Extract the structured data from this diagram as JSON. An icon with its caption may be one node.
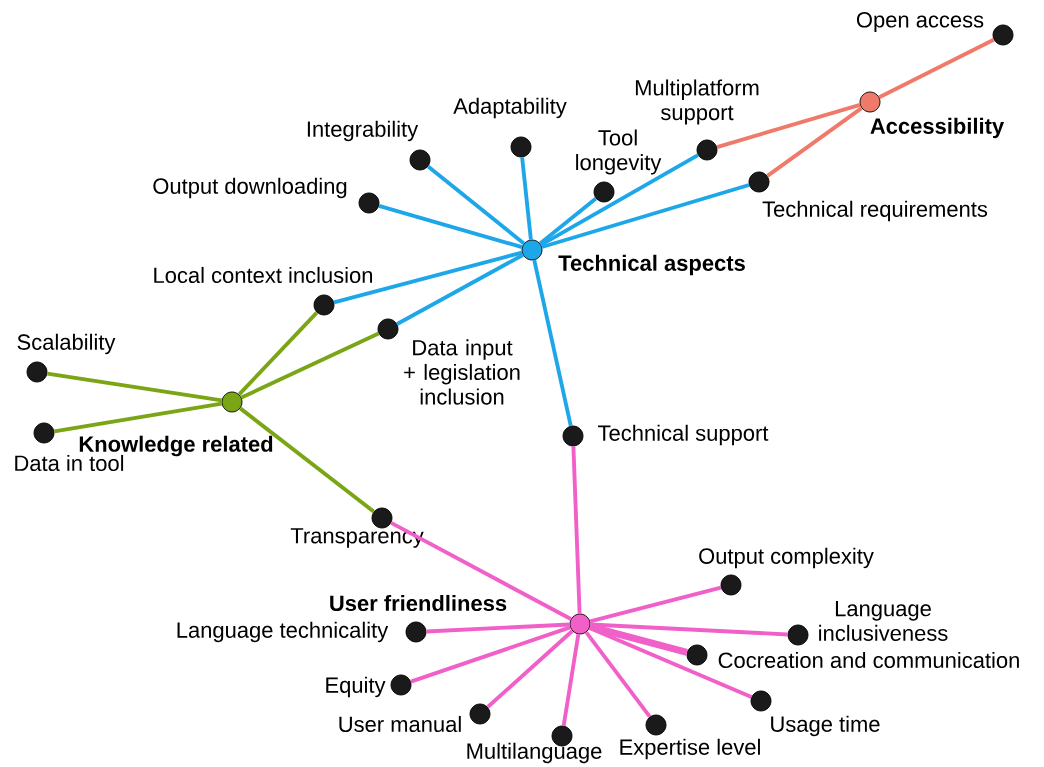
{
  "diagram": {
    "nodes": [
      {
        "text": [
          "Technical aspects"
        ]
      },
      {
        "text": [
          "Accessibility"
        ]
      },
      {
        "text": [
          "Knowledge related"
        ]
      },
      {
        "text": [
          "User friendliness"
        ]
      },
      {
        "text": [
          "Open access"
        ]
      },
      {
        "text": [
          "Multiplatform support"
        ]
      },
      {
        "text": [
          "Technical requirements"
        ]
      },
      {
        "text": [
          "Integrability"
        ]
      },
      {
        "text": [
          "Adaptability"
        ]
      },
      {
        "text": [
          "Tool longevity"
        ]
      },
      {
        "text": [
          "Output downloading"
        ]
      },
      {
        "text": [
          "Local context inclusion"
        ]
      },
      {
        "text": [
          "Data input + legislation inclusion"
        ]
      },
      {
        "text": [
          "Scalability"
        ]
      },
      {
        "text": [
          "Data in tool"
        ]
      },
      {
        "text": [
          "Technical support"
        ]
      },
      {
        "text": [
          "Transparency"
        ]
      },
      {
        "text": [
          "Output complexity"
        ]
      },
      {
        "text": [
          "Language inclusiveness"
        ]
      },
      {
        "text": [
          "Language technicality"
        ]
      },
      {
        "text": [
          "Cocreation and communication"
        ]
      },
      {
        "text": [
          "Equity"
        ]
      },
      {
        "text": [
          "Usage time"
        ]
      },
      {
        "text": [
          "User manual"
        ]
      },
      {
        "text": [
          "Multilanguage"
        ]
      },
      {
        "text": [
          "Expertise level"
        ]
      }
    ],
    "edges": [
      {
        "from": 1,
        "to": 4,
        "arrow": "none",
        "color": "#f07a6a"
      },
      {
        "from": 1,
        "to": 5,
        "arrow": "none",
        "color": "#f07a6a"
      },
      {
        "from": 1,
        "to": 6,
        "arrow": "none",
        "color": "#f07a6a"
      },
      {
        "from": 0,
        "to": 7,
        "arrow": "none",
        "color": "#1ea7e8"
      },
      {
        "from": 0,
        "to": 8,
        "arrow": "none",
        "color": "#1ea7e8"
      },
      {
        "from": 0,
        "to": 9,
        "arrow": "none",
        "color": "#1ea7e8"
      },
      {
        "from": 0,
        "to": 10,
        "arrow": "none",
        "color": "#1ea7e8"
      },
      {
        "from": 0,
        "to": 5,
        "arrow": "none",
        "color": "#1ea7e8"
      },
      {
        "from": 0,
        "to": 6,
        "arrow": "none",
        "color": "#1ea7e8"
      },
      {
        "from": 0,
        "to": 11,
        "arrow": "none",
        "color": "#1ea7e8"
      },
      {
        "from": 0,
        "to": 12,
        "arrow": "none",
        "color": "#1ea7e8"
      },
      {
        "from": 0,
        "to": 15,
        "arrow": "none",
        "color": "#1ea7e8"
      },
      {
        "from": 2,
        "to": 11,
        "arrow": "none",
        "color": "#7aa616"
      },
      {
        "from": 2,
        "to": 12,
        "arrow": "none",
        "color": "#7aa616"
      },
      {
        "from": 2,
        "to": 13,
        "arrow": "none",
        "color": "#7aa616"
      },
      {
        "from": 2,
        "to": 14,
        "arrow": "none",
        "color": "#7aa616"
      },
      {
        "from": 2,
        "to": 16,
        "arrow": "none",
        "color": "#7aa616"
      },
      {
        "from": 3,
        "to": 16,
        "arrow": "none"
      },
      {
        "from": 3,
        "to": 15,
        "arrow": "none"
      },
      {
        "from": 3,
        "to": 17,
        "arrow": "none"
      },
      {
        "from": 3,
        "to": 18,
        "arrow": "none"
      },
      {
        "from": 3,
        "to": 19,
        "arrow": "none"
      },
      {
        "from": 3,
        "to": 20,
        "arrow": "none",
        "style": "thick"
      },
      {
        "from": 3,
        "to": 21,
        "arrow": "none"
      },
      {
        "from": 3,
        "to": 22,
        "arrow": "none"
      },
      {
        "from": 3,
        "to": 23,
        "arrow": "none"
      },
      {
        "from": 3,
        "to": 24,
        "arrow": "none"
      },
      {
        "from": 3,
        "to": 25,
        "arrow": "none"
      }
    ]
  }
}
